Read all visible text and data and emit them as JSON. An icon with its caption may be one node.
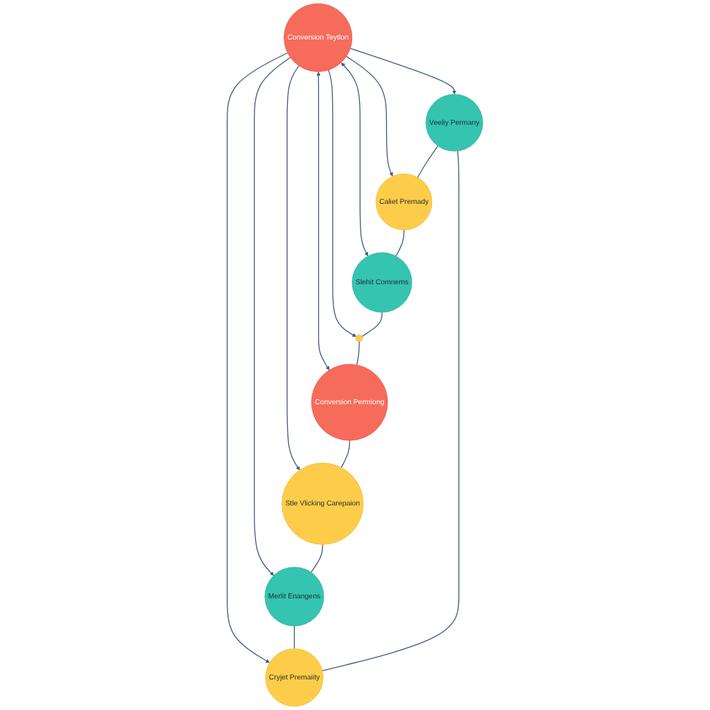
{
  "diagram": {
    "nodes": [
      {
        "text": [
          "Veeliy Permany"
        ]
      },
      {
        "text": [
          "Cryjet Premaiity"
        ]
      },
      {
        "text": [
          "Caliet Premady"
        ]
      },
      {
        "text": [
          "Merlit Enangens"
        ]
      },
      {
        "text": [
          "Conversion Teytlon"
        ]
      },
      {
        "text": [
          "Slehit Comnems"
        ]
      },
      {
        "text": [
          "Stle Vlicking Carepaion"
        ]
      },
      {
        "text": [],
        "shape": "circle"
      },
      {
        "text": [
          "Conversion Permiong"
        ]
      }
    ],
    "edges": [
      {
        "from": 4,
        "to": 0,
        "arrow": "to"
      },
      {
        "from": 4,
        "to": 1,
        "arrow": "to"
      },
      {
        "from": 4,
        "to": 2,
        "arrow": "to"
      },
      {
        "from": 4,
        "to": 3,
        "arrow": "to"
      },
      {
        "from": 4,
        "to": 5,
        "arrow": "both"
      },
      {
        "from": 4,
        "to": 6,
        "arrow": "to"
      },
      {
        "from": 4,
        "to": 8,
        "arrow": "both"
      },
      {
        "from": 4,
        "to": 7,
        "arrow": "to"
      },
      {
        "from": 0,
        "to": 2,
        "arrow": "none"
      },
      {
        "from": 2,
        "to": 5,
        "arrow": "none"
      },
      {
        "from": 5,
        "to": 7,
        "arrow": "none"
      },
      {
        "from": 7,
        "to": 8,
        "arrow": "none"
      },
      {
        "from": 8,
        "to": 6,
        "arrow": "none"
      },
      {
        "from": 6,
        "to": 3,
        "arrow": "none"
      },
      {
        "from": 3,
        "to": 1,
        "arrow": "none"
      },
      {
        "from": 1,
        "to": 0,
        "arrow": "none"
      }
    ]
  }
}
